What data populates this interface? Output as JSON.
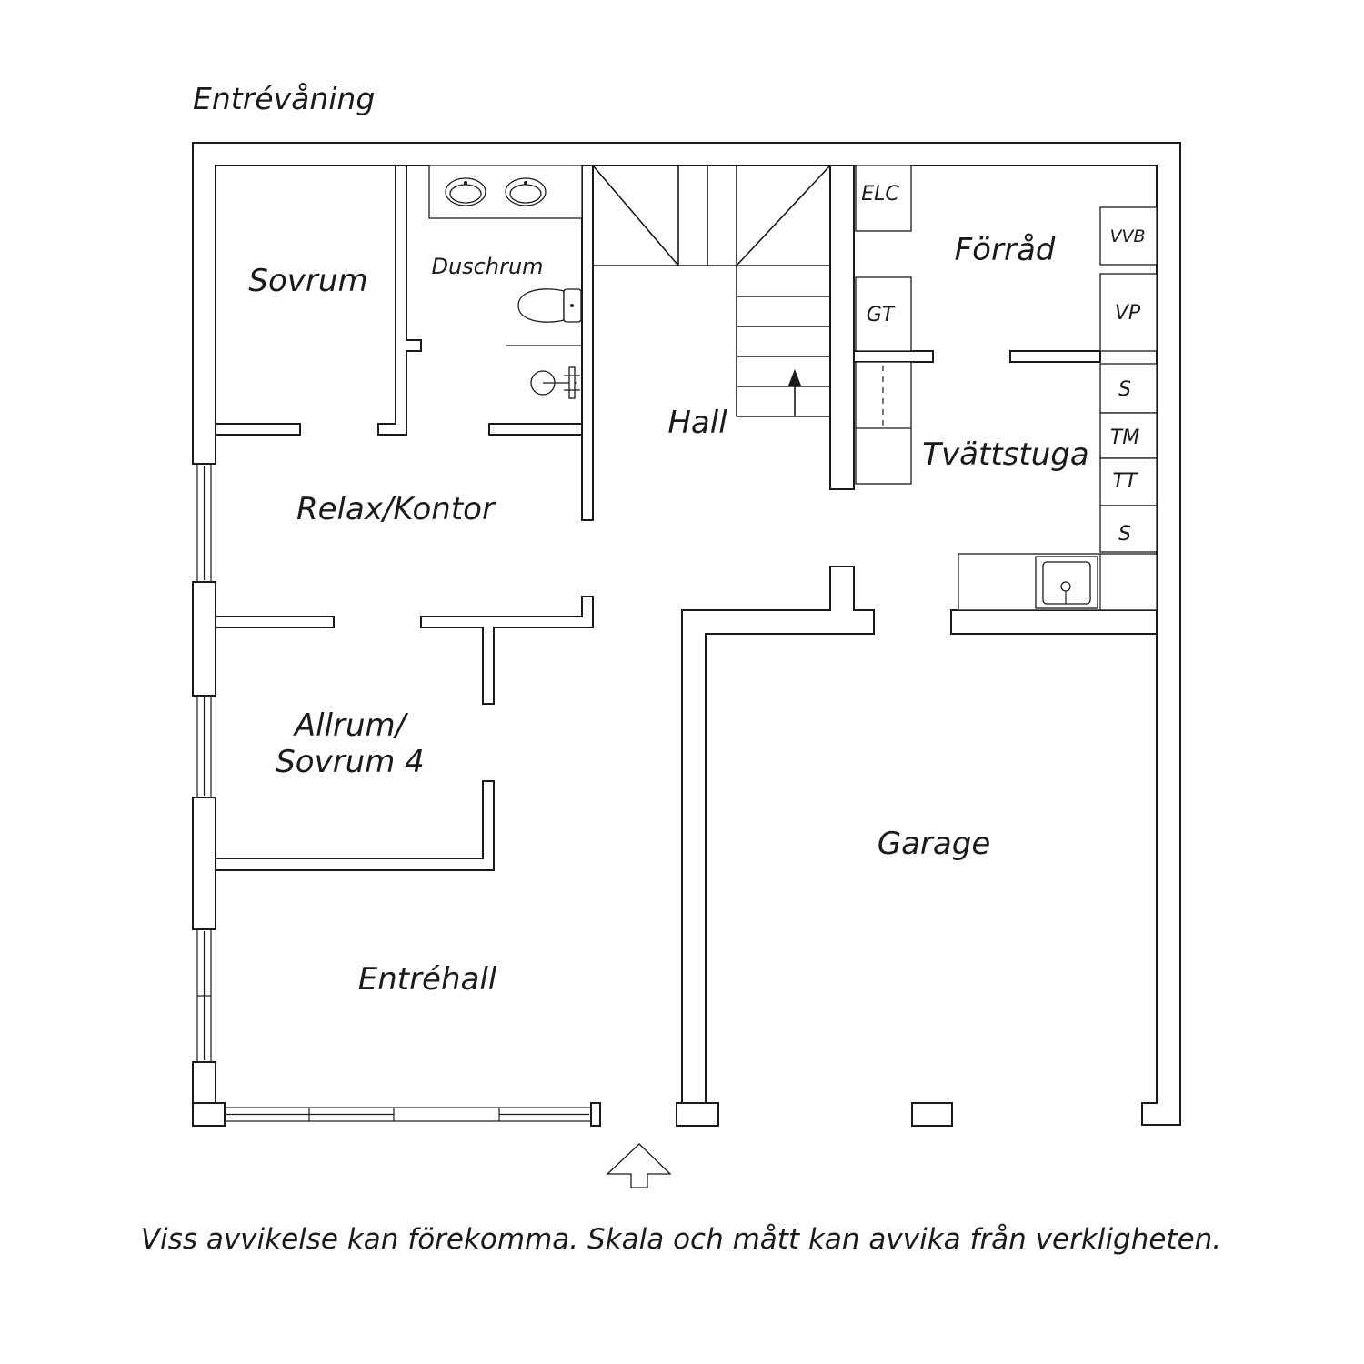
{
  "title": "Entrévåning",
  "disclaimer": "Viss avvikelse kan förekomma. Skala och mått kan avvika från verkligheten.",
  "rooms": {
    "sovrum": "Sovrum",
    "duschrum": "Duschrum",
    "hall": "Hall",
    "forrad": "Förråd",
    "tvattstuga": "Tvättstuga",
    "relax_kontor": "Relax/Kontor",
    "allrum_line1": "Allrum/",
    "allrum_line2": "Sovrum 4",
    "entrehall": "Entréhall",
    "garage": "Garage"
  },
  "equipment": {
    "elc": "ELC",
    "gt": "GT",
    "vvb": "VVB",
    "vp": "VP",
    "s_upper": "S",
    "tm": "TM",
    "tt": "TT",
    "s_lower": "S"
  },
  "icons": [
    "washbasin-icon",
    "toilet-icon",
    "shower-icon",
    "laundry-sink-icon",
    "entrance-arrow-icon",
    "stair-direction-arrow-icon"
  ]
}
